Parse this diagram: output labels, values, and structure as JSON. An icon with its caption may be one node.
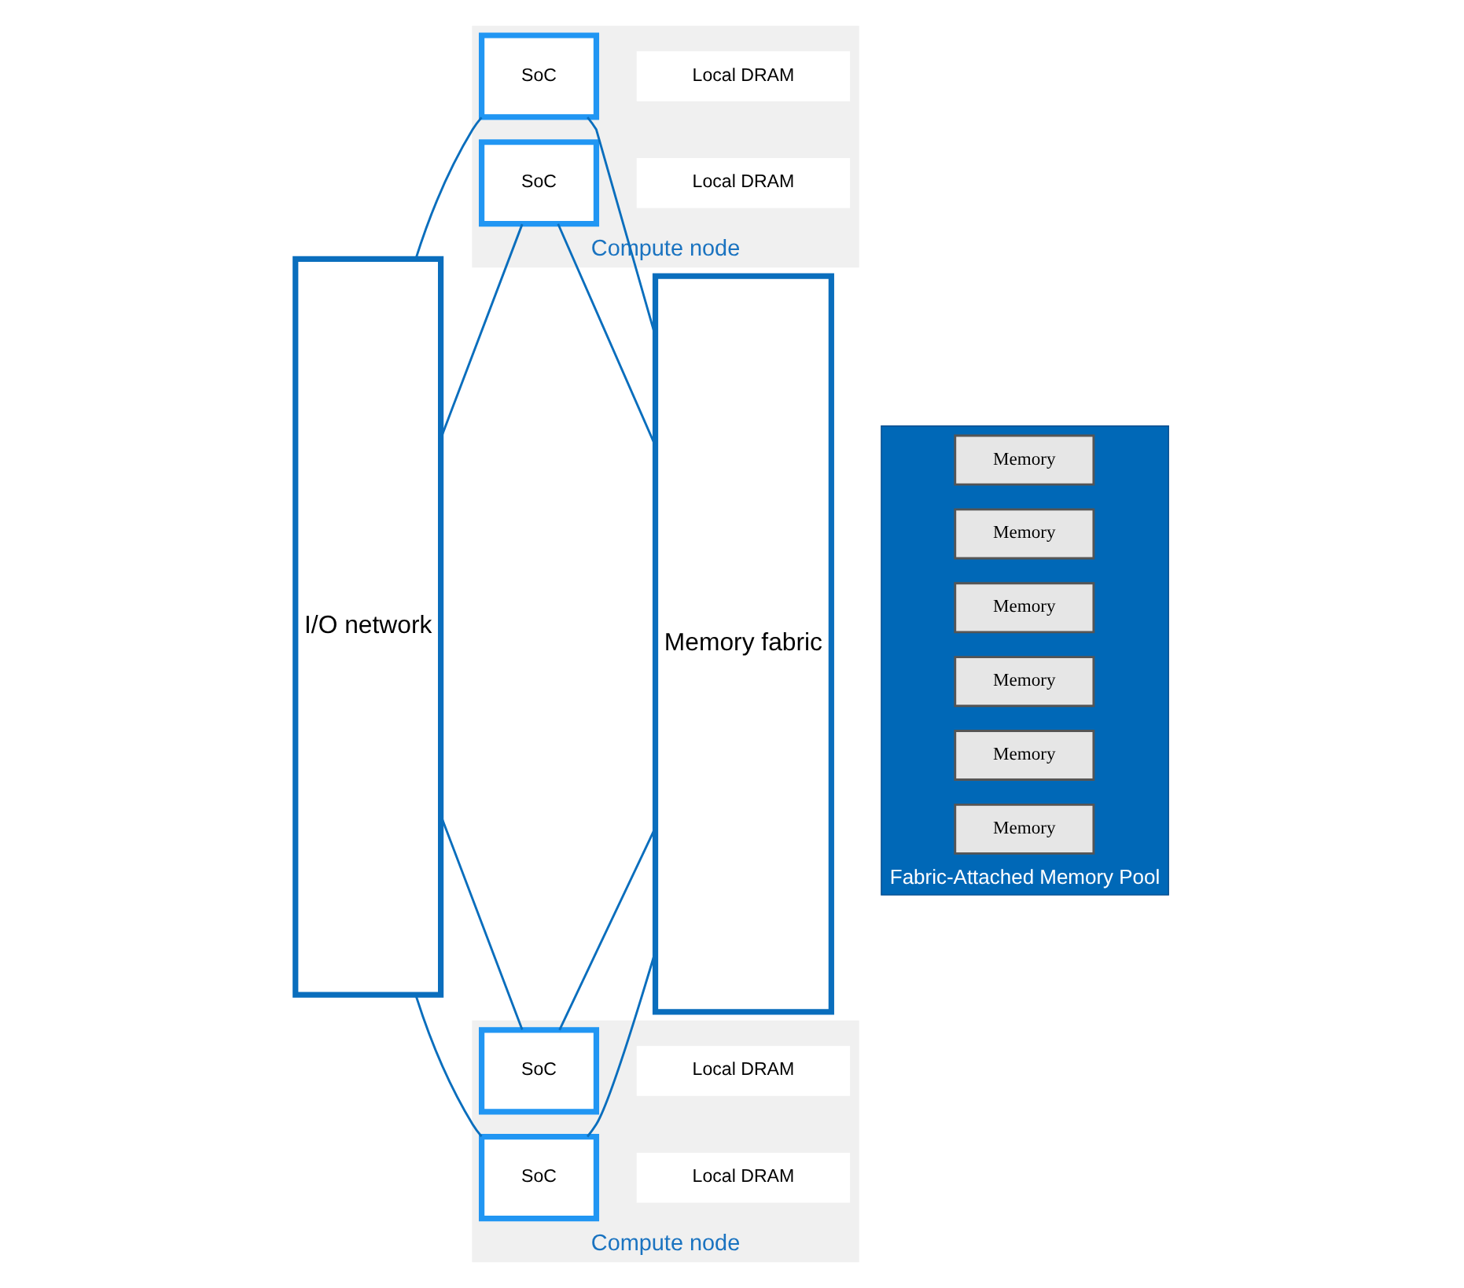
{
  "diagram": {
    "nodes": [
      {
        "text": [
          "I/O network"
        ]
      },
      {
        "text": [
          "Compute node"
        ]
      },
      {
        "text": [
          "SoC"
        ],
        "in": 1
      },
      {
        "text": [
          "Local DRAM"
        ],
        "in": 1
      },
      {
        "text": [
          "SoC"
        ],
        "in": 1
      },
      {
        "text": [
          "Local DRAM"
        ],
        "in": 1
      },
      {
        "text": [
          "Compute node"
        ]
      },
      {
        "text": [
          "SoC"
        ],
        "in": 6
      },
      {
        "text": [
          "Local DRAM"
        ],
        "in": 6
      },
      {
        "text": [
          "SoC"
        ],
        "in": 6
      },
      {
        "text": [
          "Local DRAM"
        ],
        "in": 6
      },
      {
        "text": [
          "Memory fabric"
        ]
      },
      {
        "text": [
          "Fabric-Attached Memory Pool"
        ]
      },
      {
        "text": [
          "Memory"
        ],
        "in": 12
      },
      {
        "text": [
          "Memory"
        ],
        "in": 12
      },
      {
        "text": [
          "Memory"
        ],
        "in": 12
      },
      {
        "text": [
          "Memory"
        ],
        "in": 12
      },
      {
        "text": [
          "Memory"
        ],
        "in": 12
      },
      {
        "text": [
          "Memory"
        ],
        "in": 12
      }
    ],
    "edges": [
      {
        "from": 0,
        "to": 2,
        "arrow": "none"
      },
      {
        "from": 0,
        "to": 4,
        "arrow": "none"
      },
      {
        "from": 0,
        "to": 7,
        "arrow": "none"
      },
      {
        "from": 0,
        "to": 9,
        "arrow": "none"
      },
      {
        "from": 2,
        "to": 11,
        "arrow": "none"
      },
      {
        "from": 4,
        "to": 11,
        "arrow": "none"
      },
      {
        "from": 7,
        "to": 11,
        "arrow": "none"
      },
      {
        "from": 9,
        "to": 11,
        "arrow": "none"
      }
    ]
  }
}
